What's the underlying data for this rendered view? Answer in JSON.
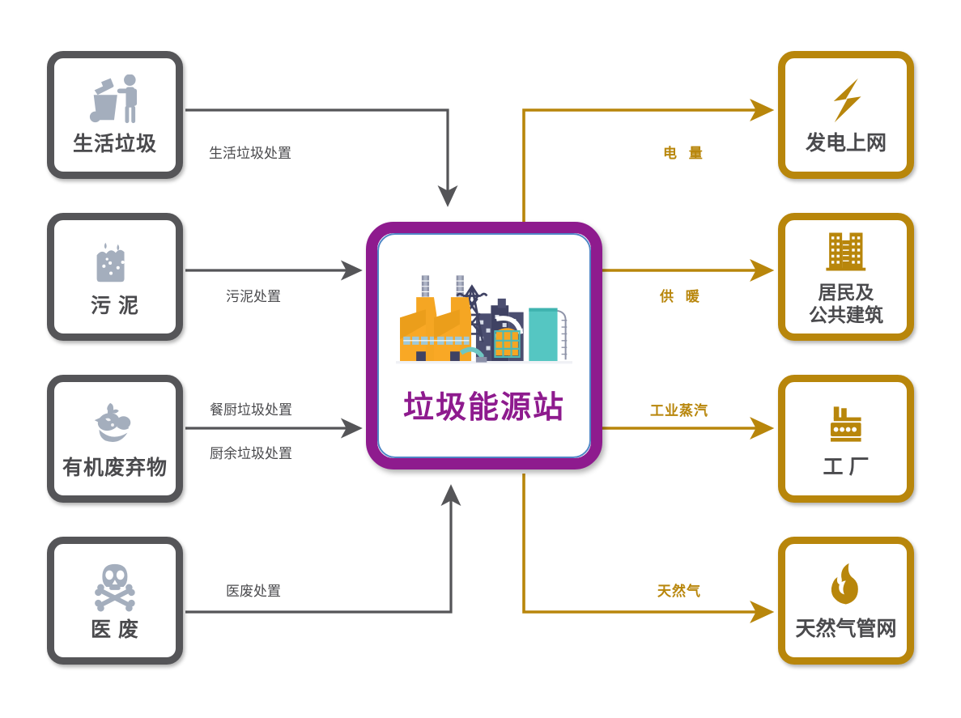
{
  "diagram": {
    "title_node": {
      "label": "垃圾能源站",
      "icon": "waste-to-energy-plant-illustration",
      "border_color": "#8e1b8e",
      "text_color": "#8e1b8e"
    },
    "inputs": [
      {
        "id": "msw",
        "label": "生活垃圾",
        "icon": "household-waste-bin-icon",
        "edge_label": "生活垃圾处置"
      },
      {
        "id": "sludge",
        "label": "污  泥",
        "icon": "sludge-icon",
        "edge_label": "污泥处置"
      },
      {
        "id": "organic",
        "label": "有机废弃物",
        "icon": "organic-waste-icon",
        "edge_label": "餐厨垃圾处置",
        "edge_label2": "厨余垃圾处置"
      },
      {
        "id": "medical",
        "label": "医  废",
        "icon": "biohazard-skull-icon",
        "edge_label": "医废处置"
      }
    ],
    "outputs": [
      {
        "id": "grid",
        "label": "发电上网",
        "icon": "lightning-bolt-icon",
        "edge_label": "电  量"
      },
      {
        "id": "heating",
        "label": "居民及\n公共建筑",
        "icon": "buildings-icon",
        "edge_label": "供  暖"
      },
      {
        "id": "factory",
        "label": "工  厂",
        "icon": "factory-icon",
        "edge_label": "工业蒸汽"
      },
      {
        "id": "gas",
        "label": "天然气管网",
        "icon": "flame-icon",
        "edge_label": "天然气"
      }
    ],
    "colors": {
      "input_border": "#555558",
      "input_icon": "#a4aebd",
      "output_border": "#b8860b",
      "output_icon": "#b8860b",
      "hub_border": "#8e1b8e",
      "text": "#4a4a4d",
      "arrow_gray": "#555558",
      "arrow_gold": "#b8860b"
    }
  }
}
